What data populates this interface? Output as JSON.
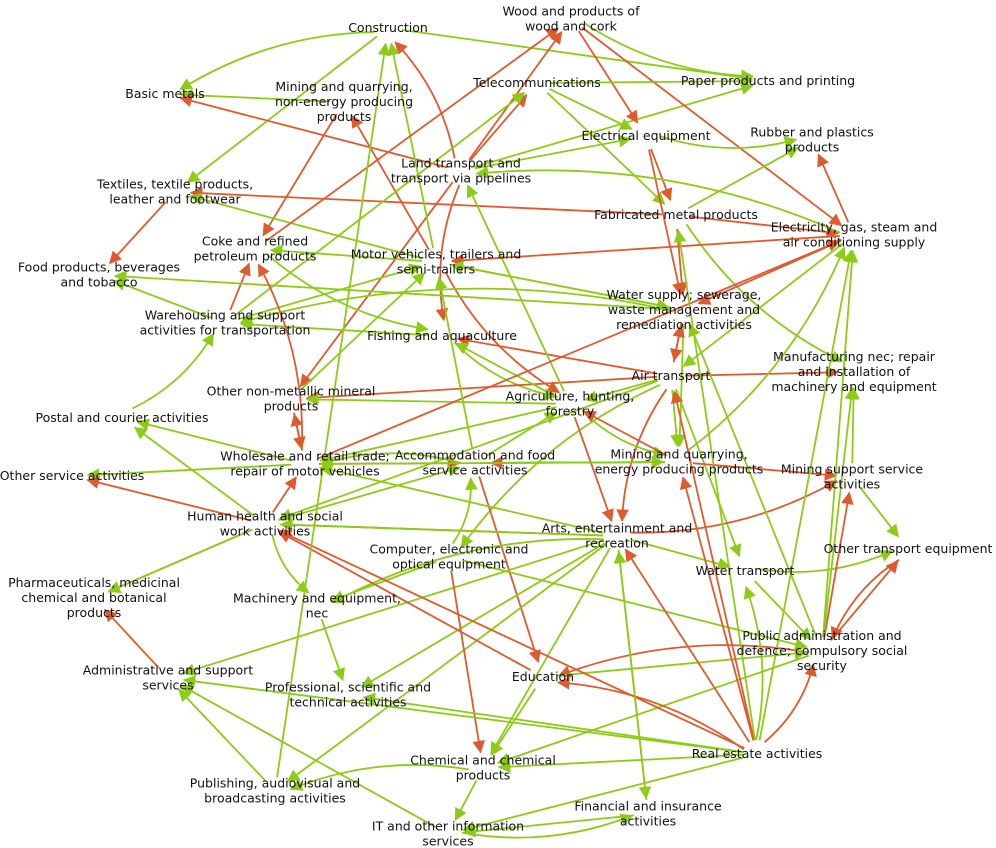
{
  "colors": {
    "green": "#8ccc14",
    "red": "#e05a2d",
    "text": "#111111"
  },
  "nodes": {
    "construction": [
      "Construction"
    ],
    "wood": [
      "Wood and products of",
      "wood and cork"
    ],
    "paper": [
      "Paper products and printing"
    ],
    "basic_metals": [
      "Basic metals"
    ],
    "mining_nonenergy": [
      "Mining and quarrying,",
      "non-energy producing",
      "products"
    ],
    "telecom": [
      "Telecommunications"
    ],
    "electrical": [
      "Electrical equipment"
    ],
    "rubber": [
      "Rubber and plastics",
      "products"
    ],
    "land_transport": [
      "Land transport and",
      "transport via pipelines"
    ],
    "textiles": [
      "Textiles, textile products,",
      "leather and footwear"
    ],
    "fabricated_metal": [
      "Fabricated metal products"
    ],
    "electricity": [
      "Electricity, gas, steam and",
      "air conditioning supply"
    ],
    "coke": [
      "Coke and refined",
      "petroleum products"
    ],
    "motor_vehicles": [
      "Motor vehicles, trailers and",
      "semi-trailers"
    ],
    "food": [
      "Food products, beverages",
      "and tobacco"
    ],
    "water_supply": [
      "Water supply; sewerage,",
      "waste management and",
      "remediation activities"
    ],
    "warehousing": [
      "Warehousing and support",
      "activities for transportation"
    ],
    "fishing": [
      "Fishing and aquaculture"
    ],
    "manufacturing_nec": [
      "Manufacturing nec; repair",
      "and installation of",
      "machinery and equipment"
    ],
    "air_transport": [
      "Air transport"
    ],
    "other_nonmetallic": [
      "Other non-metallic mineral",
      "products"
    ],
    "agriculture": [
      "Agriculture, hunting,",
      "forestry"
    ],
    "postal": [
      "Postal and courier activities"
    ],
    "wholesale": [
      "Wholesale and retail trade;",
      "repair of motor vehicles"
    ],
    "accommodation": [
      "Accommodation and food",
      "service activities"
    ],
    "mining_energy": [
      "Mining and quarrying,",
      "energy producing products"
    ],
    "mining_support": [
      "Mining support service",
      "activities"
    ],
    "other_service": [
      "Other service activities"
    ],
    "human_health": [
      "Human health and social",
      "work activities"
    ],
    "arts": [
      "Arts, entertainment and",
      "recreation"
    ],
    "computer": [
      "Computer, electronic and",
      "optical equipment"
    ],
    "other_transport_eq": [
      "Other transport equipment"
    ],
    "water_transport": [
      "Water transport"
    ],
    "pharma": [
      "Pharmaceuticals, medicinal",
      "chemical and botanical",
      "products"
    ],
    "machinery": [
      "Machinery and equipment,",
      "nec"
    ],
    "public_admin": [
      "Public administration and",
      "defence; compulsory social",
      "security"
    ],
    "administrative": [
      "Administrative and support",
      "services"
    ],
    "education": [
      "Education"
    ],
    "professional": [
      "Professional, scientific and",
      "technical activities"
    ],
    "real_estate": [
      "Real estate activities"
    ],
    "chemical": [
      "Chemical and chemical",
      "products"
    ],
    "publishing": [
      "Publishing, audiovisual and",
      "broadcasting activities"
    ],
    "financial": [
      "Financial and insurance",
      "activities"
    ],
    "it_services": [
      "IT and other information",
      "services"
    ]
  },
  "edges": [
    [
      "construction",
      "basic_metals",
      "g"
    ],
    [
      "construction",
      "paper",
      "g"
    ],
    [
      "construction",
      "textiles",
      "g"
    ],
    [
      "mining_nonenergy",
      "basic_metals",
      "g"
    ],
    [
      "mining_nonenergy",
      "coke",
      "r"
    ],
    [
      "land_transport",
      "construction",
      "r"
    ],
    [
      "land_transport",
      "telecom",
      "r"
    ],
    [
      "land_transport",
      "wood",
      "r"
    ],
    [
      "land_transport",
      "basic_metals",
      "r"
    ],
    [
      "land_transport",
      "other_nonmetallic",
      "r"
    ],
    [
      "land_transport",
      "fishing",
      "r"
    ],
    [
      "land_transport",
      "paper",
      "g"
    ],
    [
      "land_transport",
      "electrical",
      "g"
    ],
    [
      "wood",
      "electricity",
      "r"
    ],
    [
      "wood",
      "electrical",
      "r"
    ],
    [
      "wood",
      "paper",
      "g"
    ],
    [
      "telecom",
      "electrical",
      "g"
    ],
    [
      "telecom",
      "fabricated_metal",
      "g"
    ],
    [
      "telecom",
      "paper",
      "g"
    ],
    [
      "electrical",
      "fabricated_metal",
      "r"
    ],
    [
      "electrical",
      "rubber",
      "g"
    ],
    [
      "electrical",
      "water_supply",
      "r"
    ],
    [
      "fabricated_metal",
      "textiles",
      "r"
    ],
    [
      "fabricated_metal",
      "electricity",
      "r"
    ],
    [
      "fabricated_metal",
      "water_supply",
      "r"
    ],
    [
      "fabricated_metal",
      "manufacturing_nec",
      "g"
    ],
    [
      "fabricated_metal",
      "rubber",
      "g"
    ],
    [
      "electricity",
      "rubber",
      "r"
    ],
    [
      "electricity",
      "motor_vehicles",
      "r"
    ],
    [
      "electricity",
      "water_supply",
      "r"
    ],
    [
      "electricity",
      "land_transport",
      "g"
    ],
    [
      "electricity",
      "air_transport",
      "g"
    ],
    [
      "motor_vehicles",
      "mining_nonenergy",
      "r"
    ],
    [
      "motor_vehicles",
      "coke",
      "g"
    ],
    [
      "motor_vehicles",
      "textiles",
      "g"
    ],
    [
      "motor_vehicles",
      "agriculture",
      "r"
    ],
    [
      "motor_vehicles",
      "water_supply",
      "g"
    ],
    [
      "motor_vehicles",
      "construction",
      "g"
    ],
    [
      "textiles",
      "food",
      "r"
    ],
    [
      "coke",
      "wood",
      "r"
    ],
    [
      "coke",
      "fishing",
      "g"
    ],
    [
      "warehousing",
      "coke",
      "r"
    ],
    [
      "warehousing",
      "motor_vehicles",
      "g"
    ],
    [
      "warehousing",
      "telecom",
      "g"
    ],
    [
      "warehousing",
      "food",
      "g"
    ],
    [
      "water_supply",
      "warehousing",
      "g"
    ],
    [
      "water_supply",
      "food",
      "g"
    ],
    [
      "water_supply",
      "motor_vehicles",
      "g"
    ],
    [
      "water_supply",
      "air_transport",
      "r"
    ],
    [
      "water_supply",
      "mining_energy",
      "g"
    ],
    [
      "fishing",
      "agriculture",
      "g"
    ],
    [
      "fishing",
      "warehousing",
      "g"
    ],
    [
      "air_transport",
      "fishing",
      "r"
    ],
    [
      "air_transport",
      "manufacturing_nec",
      "r"
    ],
    [
      "air_transport",
      "other_nonmetallic",
      "r"
    ],
    [
      "air_transport",
      "arts",
      "r"
    ],
    [
      "air_transport",
      "water_supply",
      "r"
    ],
    [
      "air_transport",
      "mining_energy",
      "g"
    ],
    [
      "air_transport",
      "water_transport",
      "g"
    ],
    [
      "air_transport",
      "human_health",
      "g"
    ],
    [
      "air_transport",
      "computer",
      "g"
    ],
    [
      "air_transport",
      "agriculture",
      "g"
    ],
    [
      "other_nonmetallic",
      "wholesale",
      "r"
    ],
    [
      "other_nonmetallic",
      "motor_vehicles",
      "g"
    ],
    [
      "agriculture",
      "fishing",
      "g"
    ],
    [
      "agriculture",
      "mining_energy",
      "g"
    ],
    [
      "agriculture",
      "arts",
      "r"
    ],
    [
      "agriculture",
      "other_nonmetallic",
      "g"
    ],
    [
      "agriculture",
      "wholesale",
      "g"
    ],
    [
      "agriculture",
      "land_transport",
      "g"
    ],
    [
      "postal",
      "warehousing",
      "g"
    ],
    [
      "wholesale",
      "accommodation",
      "r"
    ],
    [
      "wholesale",
      "postal",
      "g"
    ],
    [
      "wholesale",
      "other_service",
      "g"
    ],
    [
      "wholesale",
      "other_nonmetallic",
      "r"
    ],
    [
      "wholesale",
      "coke",
      "r"
    ],
    [
      "wholesale",
      "electricity",
      "r"
    ],
    [
      "accommodation",
      "agriculture",
      "g"
    ],
    [
      "accommodation",
      "mining_energy",
      "g"
    ],
    [
      "accommodation",
      "education",
      "r"
    ],
    [
      "accommodation",
      "wholesale",
      "g"
    ],
    [
      "accommodation",
      "motor_vehicles",
      "g"
    ],
    [
      "mining_energy",
      "mining_support",
      "r"
    ],
    [
      "mining_energy",
      "accommodation",
      "r"
    ],
    [
      "mining_energy",
      "wholesale",
      "g"
    ],
    [
      "mining_energy",
      "electricity",
      "g"
    ],
    [
      "mining_energy",
      "agriculture",
      "r"
    ],
    [
      "human_health",
      "other_service",
      "r"
    ],
    [
      "human_health",
      "pharma",
      "r"
    ],
    [
      "human_health",
      "wholesale",
      "r"
    ],
    [
      "human_health",
      "machinery",
      "g"
    ],
    [
      "human_health",
      "postal",
      "g"
    ],
    [
      "human_health",
      "accommodation",
      "g"
    ],
    [
      "human_health",
      "pharma",
      "g"
    ],
    [
      "arts",
      "human_health",
      "r"
    ],
    [
      "arts",
      "mining_support",
      "r"
    ],
    [
      "arts",
      "water_transport",
      "g"
    ],
    [
      "arts",
      "administrative",
      "g"
    ],
    [
      "arts",
      "publishing",
      "g"
    ],
    [
      "arts",
      "wholesale",
      "g"
    ],
    [
      "arts",
      "machinery",
      "g"
    ],
    [
      "arts",
      "professional",
      "g"
    ],
    [
      "arts",
      "financial",
      "g"
    ],
    [
      "arts",
      "human_health",
      "g"
    ],
    [
      "arts",
      "chemical",
      "g"
    ],
    [
      "computer",
      "accommodation",
      "g"
    ],
    [
      "computer",
      "chemical",
      "r"
    ],
    [
      "computer",
      "machinery",
      "g"
    ],
    [
      "computer",
      "public_admin",
      "g"
    ],
    [
      "water_transport",
      "public_admin",
      "g"
    ],
    [
      "water_transport",
      "other_transport_eq",
      "g"
    ],
    [
      "mining_support",
      "manufacturing_nec",
      "g"
    ],
    [
      "mining_support",
      "other_transport_eq",
      "g"
    ],
    [
      "public_admin",
      "mining_support",
      "r"
    ],
    [
      "public_admin",
      "other_transport_eq",
      "r"
    ],
    [
      "public_admin",
      "education",
      "r"
    ],
    [
      "public_admin",
      "chemical",
      "g"
    ],
    [
      "public_admin",
      "electricity",
      "g"
    ],
    [
      "public_admin",
      "manufacturing_nec",
      "g"
    ],
    [
      "public_admin",
      "water_supply",
      "g"
    ],
    [
      "other_transport_eq",
      "public_admin",
      "r"
    ],
    [
      "machinery",
      "professional",
      "g"
    ],
    [
      "education",
      "human_health",
      "r"
    ],
    [
      "education",
      "chemical",
      "g"
    ],
    [
      "education",
      "public_admin",
      "g"
    ],
    [
      "real_estate",
      "education",
      "r"
    ],
    [
      "real_estate",
      "arts",
      "r"
    ],
    [
      "real_estate",
      "human_health",
      "r"
    ],
    [
      "real_estate",
      "mining_energy",
      "r"
    ],
    [
      "real_estate",
      "air_transport",
      "r"
    ],
    [
      "real_estate",
      "public_admin",
      "r"
    ],
    [
      "real_estate",
      "professional",
      "g"
    ],
    [
      "real_estate",
      "administrative",
      "g"
    ],
    [
      "real_estate",
      "it_services",
      "g"
    ],
    [
      "real_estate",
      "chemical",
      "g"
    ],
    [
      "real_estate",
      "water_transport",
      "g"
    ],
    [
      "real_estate",
      "electricity",
      "g"
    ],
    [
      "real_estate",
      "fabricated_metal",
      "g"
    ],
    [
      "administrative",
      "pharma",
      "r"
    ],
    [
      "chemical",
      "it_services",
      "g"
    ],
    [
      "chemical",
      "publishing",
      "g"
    ],
    [
      "publishing",
      "administrative",
      "g"
    ],
    [
      "publishing",
      "construction",
      "g"
    ],
    [
      "financial",
      "it_services",
      "g"
    ],
    [
      "financial",
      "arts",
      "g"
    ],
    [
      "it_services",
      "financial",
      "g"
    ],
    [
      "it_services",
      "administrative",
      "g"
    ]
  ]
}
